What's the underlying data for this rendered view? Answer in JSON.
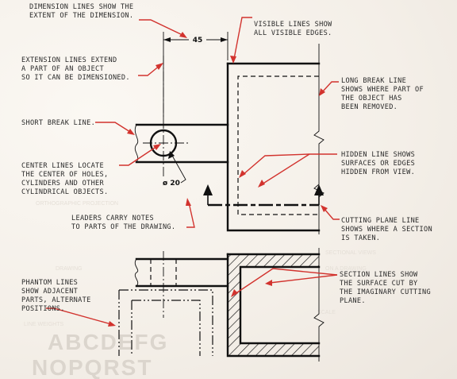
{
  "annotations": {
    "dimension_lines": [
      "DIMENSION LINES SHOW THE",
      "EXTENT OF THE DIMENSION."
    ],
    "visible_lines": [
      "VISIBLE LINES SHOW",
      "ALL VISIBLE EDGES."
    ],
    "extension_lines": [
      "EXTENSION LINES EXTEND",
      "A PART OF AN OBJECT",
      "SO IT CAN BE DIMENSIONED."
    ],
    "long_break": [
      "LONG BREAK LINE",
      "SHOWS WHERE PART OF",
      "THE OBJECT HAS",
      "BEEN REMOVED."
    ],
    "short_break": [
      "SHORT BREAK LINE."
    ],
    "center_lines": [
      "CENTER LINES LOCATE",
      "THE CENTER OF HOLES,",
      "CYLINDERS AND OTHER",
      "CYLINDRICAL OBJECTS."
    ],
    "hidden_line": [
      "HIDDEN LINE SHOWS",
      "SURFACES OR EDGES",
      "HIDDEN FROM VIEW."
    ],
    "leaders": [
      "LEADERS CARRY NOTES",
      "TO PARTS OF THE DRAWING."
    ],
    "cutting_plane": [
      "CUTTING PLANE LINE",
      "SHOWS WHERE A SECTION",
      "IS TAKEN."
    ],
    "section_lines": [
      "SECTION LINES SHOW",
      "THE SURFACE CUT BY",
      "THE IMAGINARY CUTTING",
      "PLANE."
    ],
    "phantom_lines": [
      "PHANTOM LINES",
      "SHOW ADJACENT",
      "PARTS, ALTERNATE",
      "POSITIONS."
    ]
  },
  "dimensions": {
    "width_value": "45",
    "diameter_value": "ø 20"
  },
  "colors": {
    "leader": "#d2332e",
    "line": "#111111",
    "text": "#2a2a2a"
  }
}
